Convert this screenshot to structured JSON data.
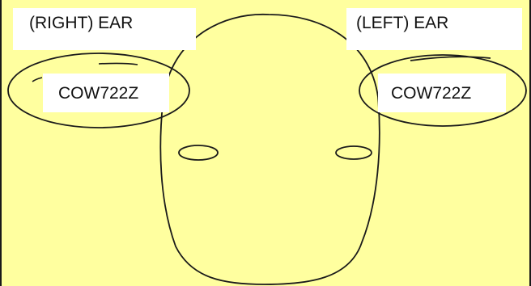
{
  "ears": {
    "right_title": "(RIGHT) EAR",
    "left_title": "(LEFT) EAR",
    "right_tag": "COW722Z",
    "left_tag": "COW722Z"
  },
  "colors": {
    "background": "#ffff9f",
    "outline": "#1a1a1a",
    "label_bg": "#ffffff"
  }
}
